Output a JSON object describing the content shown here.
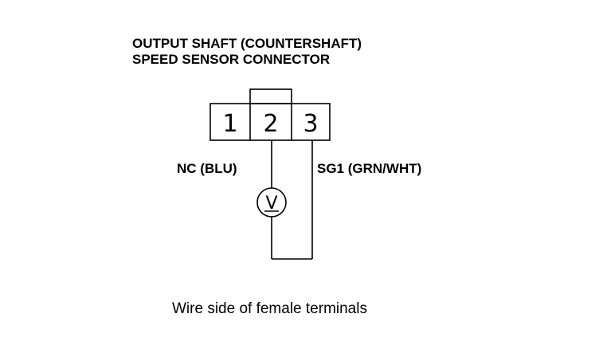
{
  "title": {
    "line1": "OUTPUT SHAFT (COUNTERSHAFT)",
    "line2": "SPEED SENSOR CONNECTOR"
  },
  "connector": {
    "pins": [
      "1",
      "2",
      "3"
    ]
  },
  "wires": {
    "left_label": "NC (BLU)",
    "right_label": "SG1 (GRN/WHT)"
  },
  "meter": {
    "symbol": "V",
    "icon": "voltmeter-icon"
  },
  "caption": "Wire side of female terminals",
  "colors": {
    "ink": "#000000",
    "background": "#ffffff"
  }
}
